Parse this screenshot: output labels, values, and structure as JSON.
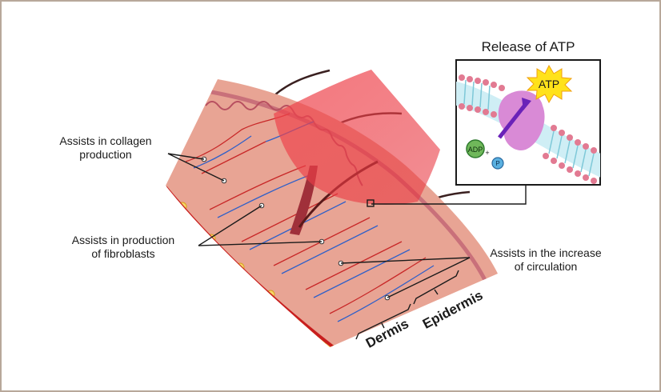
{
  "labels": {
    "collagen": [
      "Assists in collagen",
      "production"
    ],
    "fibroblasts": [
      "Assists in production",
      "of fibroblasts"
    ],
    "circulation": [
      "Assists in the increase",
      "of circulation"
    ],
    "inset_title": "Release of ATP",
    "atp": "ATP",
    "adp": "ADP",
    "plus": "+",
    "phosphate": "P",
    "dermis": "Dermis",
    "epidermis": "Epidermis"
  },
  "colors": {
    "frame": "#b8a89a",
    "light_beam": "#e8323c",
    "fat": "#f0c040",
    "dermis": "#e8a494",
    "epidermis": "#e8b4a4",
    "atp_star": "#ffe21a",
    "enzyme": "#d98ad6",
    "membrane_head": "#e27a92",
    "membrane_tail": "#7ec8d8"
  }
}
